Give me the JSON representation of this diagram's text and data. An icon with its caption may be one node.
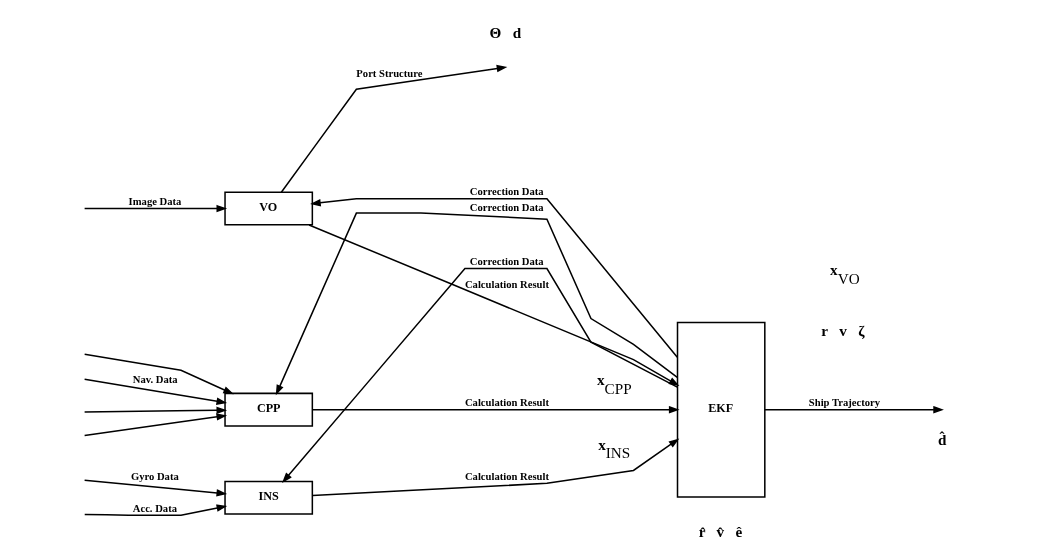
{
  "diagram": {
    "nodes": [
      {
        "text": [
          "VO"
        ]
      },
      {
        "text": [
          "CPP"
        ]
      },
      {
        "text": [
          "INS"
        ]
      },
      {
        "text": [
          "EKF"
        ]
      }
    ],
    "edges": [
      {
        "from": 0,
        "to": null,
        "arrow": "to",
        "label": "Port Structure"
      },
      {
        "from": null,
        "to": 0,
        "arrow": "to",
        "label": "Image Data"
      },
      {
        "from": 3,
        "to": 0,
        "arrow": "to",
        "label": "Correction Data"
      },
      {
        "from": 0,
        "to": 3,
        "arrow": "to",
        "label": "Calculation Result"
      },
      {
        "from": null,
        "to": 1,
        "arrow": "to",
        "label": "Nav. Data"
      },
      {
        "from": null,
        "to": 1,
        "arrow": "to"
      },
      {
        "from": null,
        "to": 1,
        "arrow": "to"
      },
      {
        "from": null,
        "to": 1,
        "arrow": "to"
      },
      {
        "from": 3,
        "to": 1,
        "arrow": "to",
        "label": "Correction Data"
      },
      {
        "from": 1,
        "to": 3,
        "arrow": "to",
        "label": "Calculation Result"
      },
      {
        "from": null,
        "to": 2,
        "arrow": "to",
        "label": "Acc. Data"
      },
      {
        "from": null,
        "to": 2,
        "arrow": "to",
        "label": "Gyro Data"
      },
      {
        "from": 3,
        "to": 2,
        "arrow": "to",
        "label": "Correction Data"
      },
      {
        "from": 2,
        "to": 3,
        "arrow": "to",
        "label": "Calculation Result"
      },
      {
        "from": 3,
        "to": null,
        "arrow": "to",
        "label": "Ship Trajectory"
      }
    ],
    "labels": [
      "x$_{VO}$",
      "Θ   d",
      "x$_{CPP}$",
      "r   v   ζ",
      "x$_{INS}$",
      "r̂   v̂   ê",
      "d̂"
    ]
  }
}
